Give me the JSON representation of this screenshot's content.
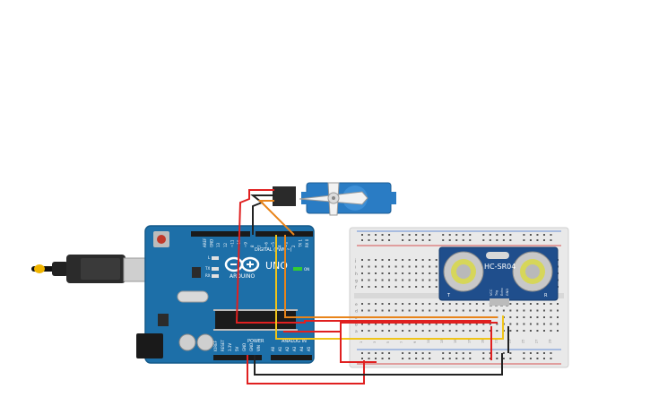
{
  "arduino": {
    "brand": "ARDUINO",
    "model": "UNO",
    "digital_label": "DIGITAL (PWM~)",
    "power_label": "POWER",
    "analog_label": "ANALOG IN",
    "led_l": "L",
    "led_tx": "TX",
    "led_rx": "RX",
    "led_on": "ON",
    "digital_pins": [
      "AREF",
      "GND",
      "13",
      "12",
      "~11",
      "~10",
      "~9",
      "8",
      "7",
      "~6",
      "~5",
      "4",
      "~3",
      "2",
      "TX 1",
      "RX 0"
    ],
    "power_pins": [
      "IOREF",
      "RESET",
      "3.3V",
      "5V",
      "GND",
      "GND",
      "VIN"
    ],
    "analog_pins": [
      "A0",
      "A1",
      "A2",
      "A3",
      "A4",
      "A5"
    ]
  },
  "sensor": {
    "label": "HC-SR04",
    "pins": [
      "VCC",
      "Trig",
      "Echo",
      "GND"
    ],
    "side_left": "T",
    "side_right": "R"
  },
  "breadboard": {
    "row_letters_top": [
      "j",
      "i",
      "h",
      "g",
      "f"
    ],
    "row_letters_bottom": [
      "e",
      "d",
      "c",
      "b",
      "a"
    ],
    "column_numbers": [
      "1",
      "3",
      "5",
      "7",
      "9",
      "11",
      "13",
      "15",
      "17",
      "19",
      "21",
      "23",
      "25",
      "27",
      "29"
    ]
  },
  "colors": {
    "board": "#1d6fa8",
    "board_dark": "#155a8a",
    "sensor": "#1f4e8c",
    "servo": "#2a7cc4",
    "wire_red": "#e02020",
    "wire_black": "#222222",
    "wire_orange": "#e8841a",
    "wire_yellow": "#f0c419",
    "breadboard": "#e9e9e9"
  }
}
